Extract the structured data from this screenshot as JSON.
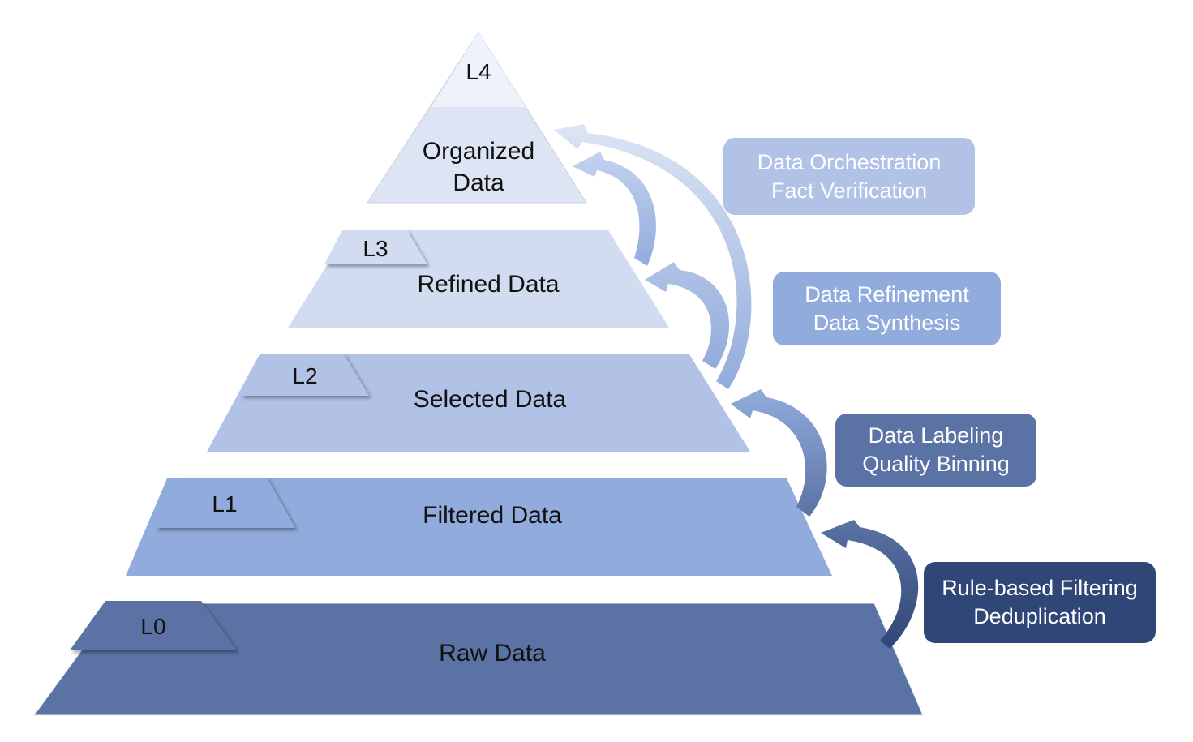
{
  "tiers": [
    {
      "level": "L0",
      "name": "Raw Data",
      "color": "#5b72a4"
    },
    {
      "level": "L1",
      "name": "Filtered Data",
      "color": "#91acdc"
    },
    {
      "level": "L2",
      "name": "Selected Data",
      "color": "#b1c2e6"
    },
    {
      "level": "L3",
      "name": "Refined Data",
      "color": "#d1dcf1"
    },
    {
      "level": "L4",
      "name_lines": [
        "Organized",
        "Data"
      ],
      "color": "#dde5f4",
      "tip_color": "#eef2fa"
    }
  ],
  "processes": [
    {
      "lines": [
        "Rule-based Filtering",
        "Deduplication"
      ],
      "color": "#2f4677"
    },
    {
      "lines": [
        "Data Labeling",
        "Quality Binning"
      ],
      "color": "#5b72a4"
    },
    {
      "lines": [
        "Data Refinement",
        "Data Synthesis"
      ],
      "color": "#91acdc"
    },
    {
      "lines": [
        "Data Orchestration",
        "Fact Verification"
      ],
      "color": "#b1c2e6"
    }
  ]
}
